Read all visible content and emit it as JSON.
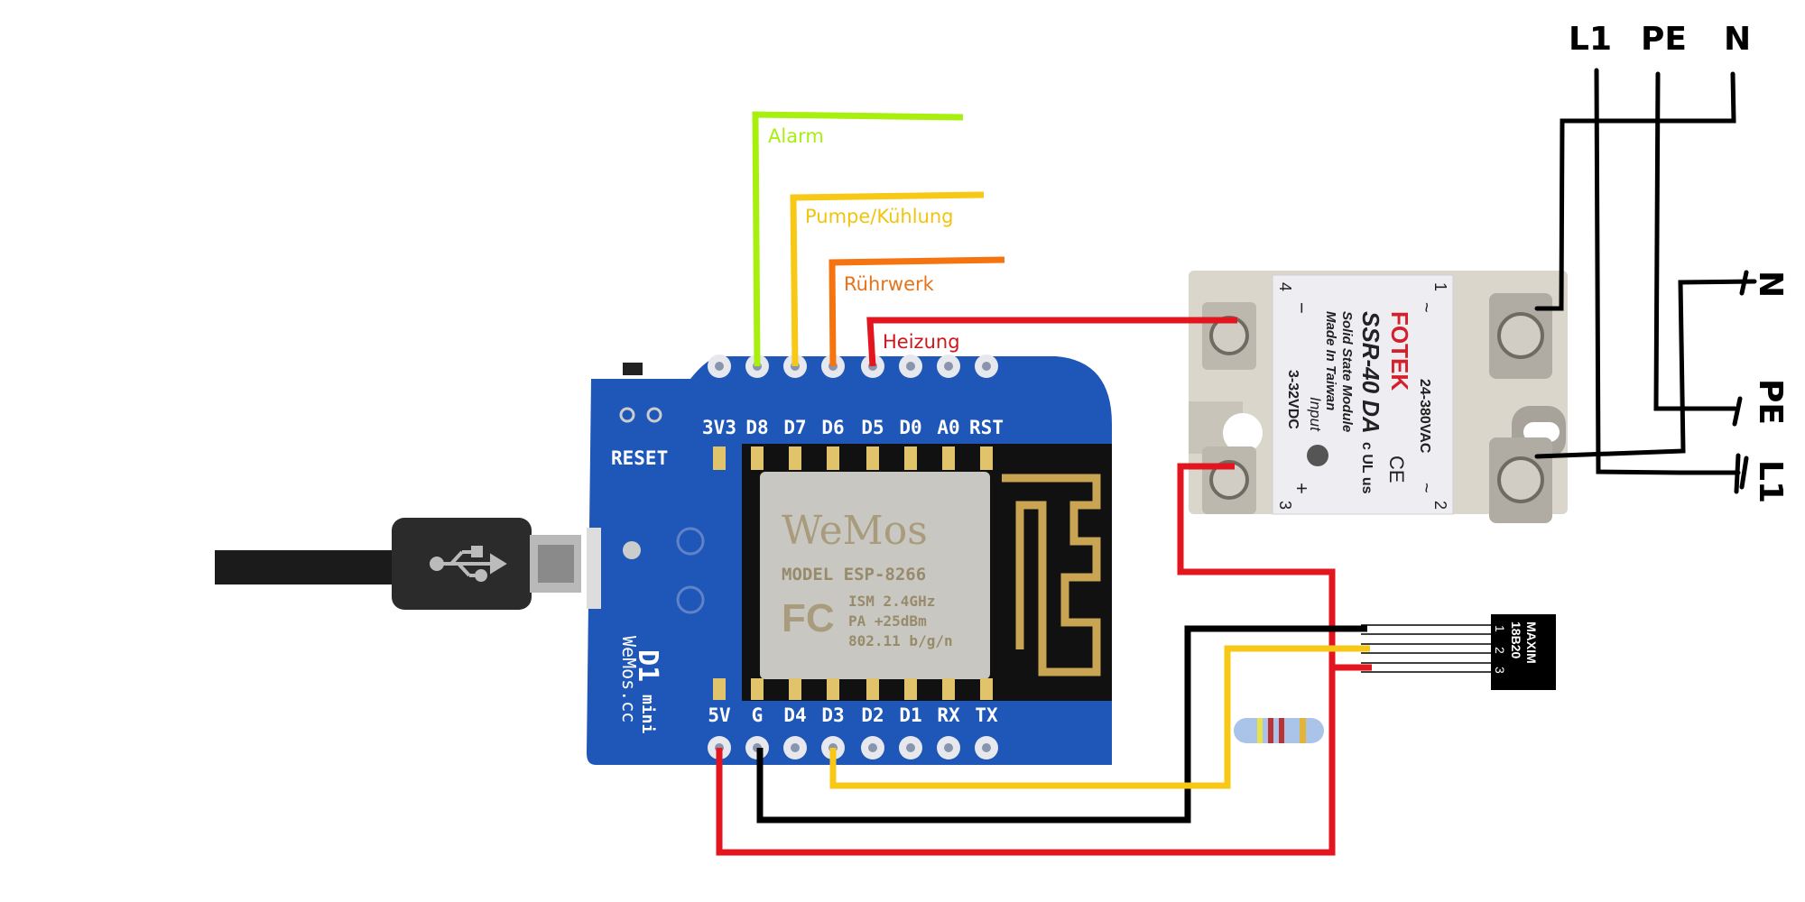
{
  "wires": {
    "alarm": {
      "label": "Alarm",
      "color": "#a8ef0e",
      "pin": "D8"
    },
    "pump": {
      "label": "Pumpe/Kühlung",
      "color": "#f7c815",
      "pin": "D7"
    },
    "stirrer": {
      "label": "Rührwerk",
      "color": "#f57410",
      "pin": "D6"
    },
    "heater": {
      "label": "Heizung",
      "color": "#e3161f",
      "pin": "D5"
    }
  },
  "board": {
    "reset_label": "RESET",
    "top_pins": [
      "3V3",
      "D8",
      "D7",
      "D6",
      "D5",
      "D0",
      "A0",
      "RST"
    ],
    "bottom_pins": [
      "5V",
      "G",
      "D4",
      "D3",
      "D2",
      "D1",
      "RX",
      "TX"
    ],
    "module_brand": "WeMos",
    "module_model": "MODEL ESP-8266",
    "module_fc": "FC",
    "module_specs": [
      "ISM 2.4GHz",
      "PA +25dBm",
      "802.11 b/g/n"
    ],
    "board_name": "D1",
    "board_sub": "mini",
    "board_url": "WeMos.cc",
    "color": "#1f57b8"
  },
  "ssr": {
    "brand": "FOTEK",
    "model": "SSR-40 DA",
    "line1": "Solid State Module",
    "line2": "Made In Taiwan",
    "input_label": "Input",
    "input_range": "3-32VDC",
    "output_range": "24-380VAC",
    "terminals": [
      "1",
      "2",
      "3",
      "4"
    ],
    "minus": "−",
    "plus": "+",
    "tilde": "~",
    "ce": "CE",
    "ul": "c UL us"
  },
  "sensor": {
    "brand": "MAXIM",
    "model": "18B20",
    "pins": [
      "1",
      "2",
      "3"
    ]
  },
  "mains": {
    "top": [
      "L1",
      "PE",
      "N"
    ],
    "right": [
      "N",
      "PE",
      "L1"
    ]
  }
}
